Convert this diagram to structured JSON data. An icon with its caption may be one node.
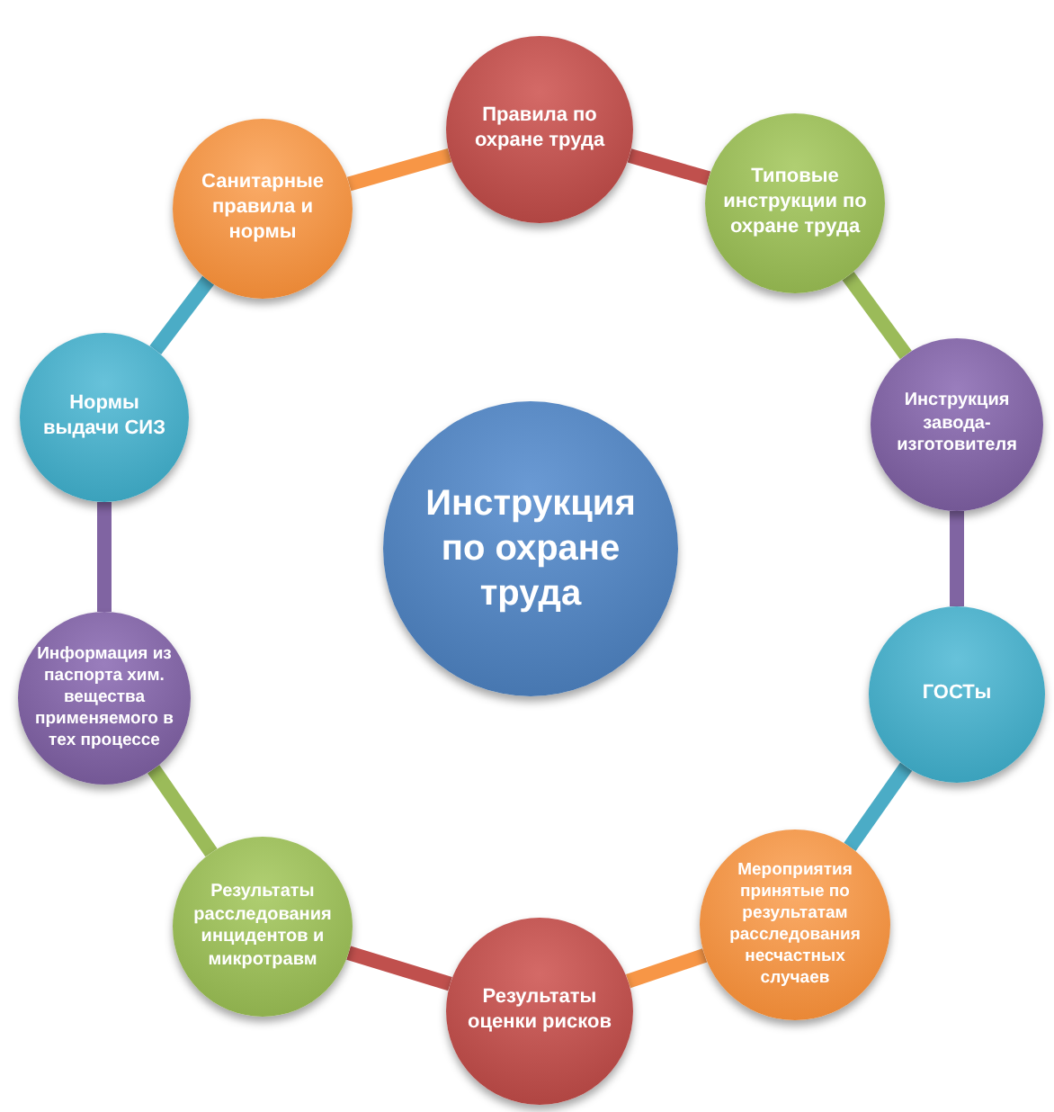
{
  "diagram": {
    "nodes": [
      {
        "text": [
          "Инструкция по охране труда"
        ]
      },
      {
        "text": [
          "Правила по охране труда"
        ]
      },
      {
        "text": [
          "Типовые инструкции по охране труда"
        ]
      },
      {
        "text": [
          "Инструкция завода-изготовителя"
        ]
      },
      {
        "text": [
          "ГОСТы"
        ]
      },
      {
        "text": [
          "Мероприятия принятые по результатам расследования несчастных случаев"
        ]
      },
      {
        "text": [
          "Результаты оценки рисков"
        ]
      },
      {
        "text": [
          "Результаты расследования инцидентов и микротравм"
        ]
      },
      {
        "text": [
          "Информация из паспорта хим. вещества применяемого в тех процессе"
        ]
      },
      {
        "text": [
          "Нормы выдачи СИЗ"
        ]
      },
      {
        "text": [
          "Санитарные правила и нормы"
        ]
      }
    ],
    "edges": [
      {
        "from": 1,
        "to": 2,
        "arrow": "none",
        "color": "#c0504d"
      },
      {
        "from": 2,
        "to": 3,
        "arrow": "none",
        "color": "#9bbb59"
      },
      {
        "from": 3,
        "to": 4,
        "arrow": "none",
        "color": "#8064a2"
      },
      {
        "from": 4,
        "to": 5,
        "arrow": "none",
        "color": "#4bacc6"
      },
      {
        "from": 5,
        "to": 6,
        "arrow": "none",
        "color": "#f79646"
      },
      {
        "from": 6,
        "to": 7,
        "arrow": "none",
        "color": "#c0504d"
      },
      {
        "from": 7,
        "to": 8,
        "arrow": "none",
        "color": "#9bbb59"
      },
      {
        "from": 8,
        "to": 9,
        "arrow": "none",
        "color": "#8064a2"
      },
      {
        "from": 9,
        "to": 10,
        "arrow": "none",
        "color": "#4bacc6"
      },
      {
        "from": 10,
        "to": 1,
        "arrow": "none",
        "color": "#f79646"
      }
    ]
  }
}
